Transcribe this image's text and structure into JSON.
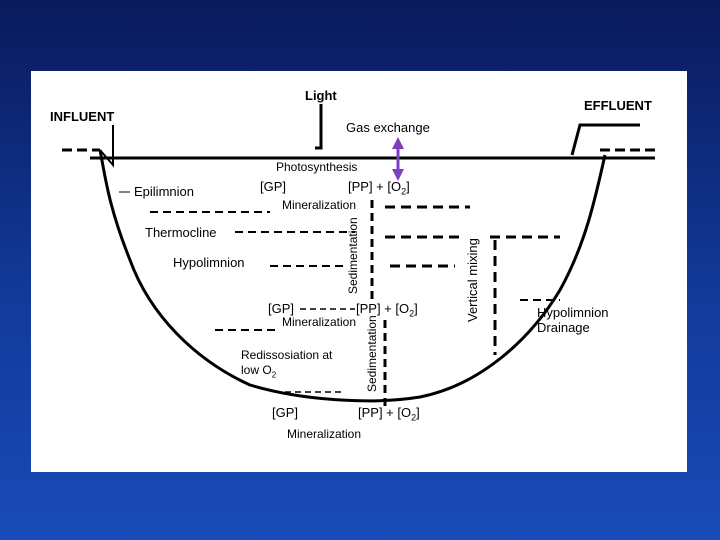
{
  "diagram": {
    "labels": {
      "light": "Light",
      "influent": "INFLUENT",
      "effluent": "EFFLUENT",
      "gas_exchange": "Gas exchange",
      "photosynthesis": "Photosynthesis",
      "epilimnion": "Epilimnion",
      "gp_top": "[GP]",
      "pp_top": "[PP] + [O",
      "o2_sub": "2",
      "close_bracket": "]",
      "mineralization_top": "Mineralization",
      "thermocline": "Thermocline",
      "hypolimnion": "Hypolimnion",
      "sedimentation_top": "Sedimentation",
      "vertical_mixing": "Vertical mixing",
      "gp_mid": "[GP]",
      "pp_mid": "[PP] + [O",
      "mineralization_mid": "Mineralization",
      "sedimentation_mid": "Sedimentation",
      "hypolimnion_drainage_1": "Hypolimnion",
      "hypolimnion_drainage_2": "Drainage",
      "redissosiation_1": "Redissosiation at",
      "redissosiation_2": "low O",
      "gp_bottom": "[GP]",
      "pp_bottom": "[PP] + [O",
      "mineralization_bottom": "Mineralization"
    },
    "colors": {
      "background_top": "#0a1a5c",
      "background_bottom": "#1a4bb8",
      "panel": "#ffffff",
      "ink": "#000000",
      "gas_arrow": "#7b3fc4"
    }
  }
}
